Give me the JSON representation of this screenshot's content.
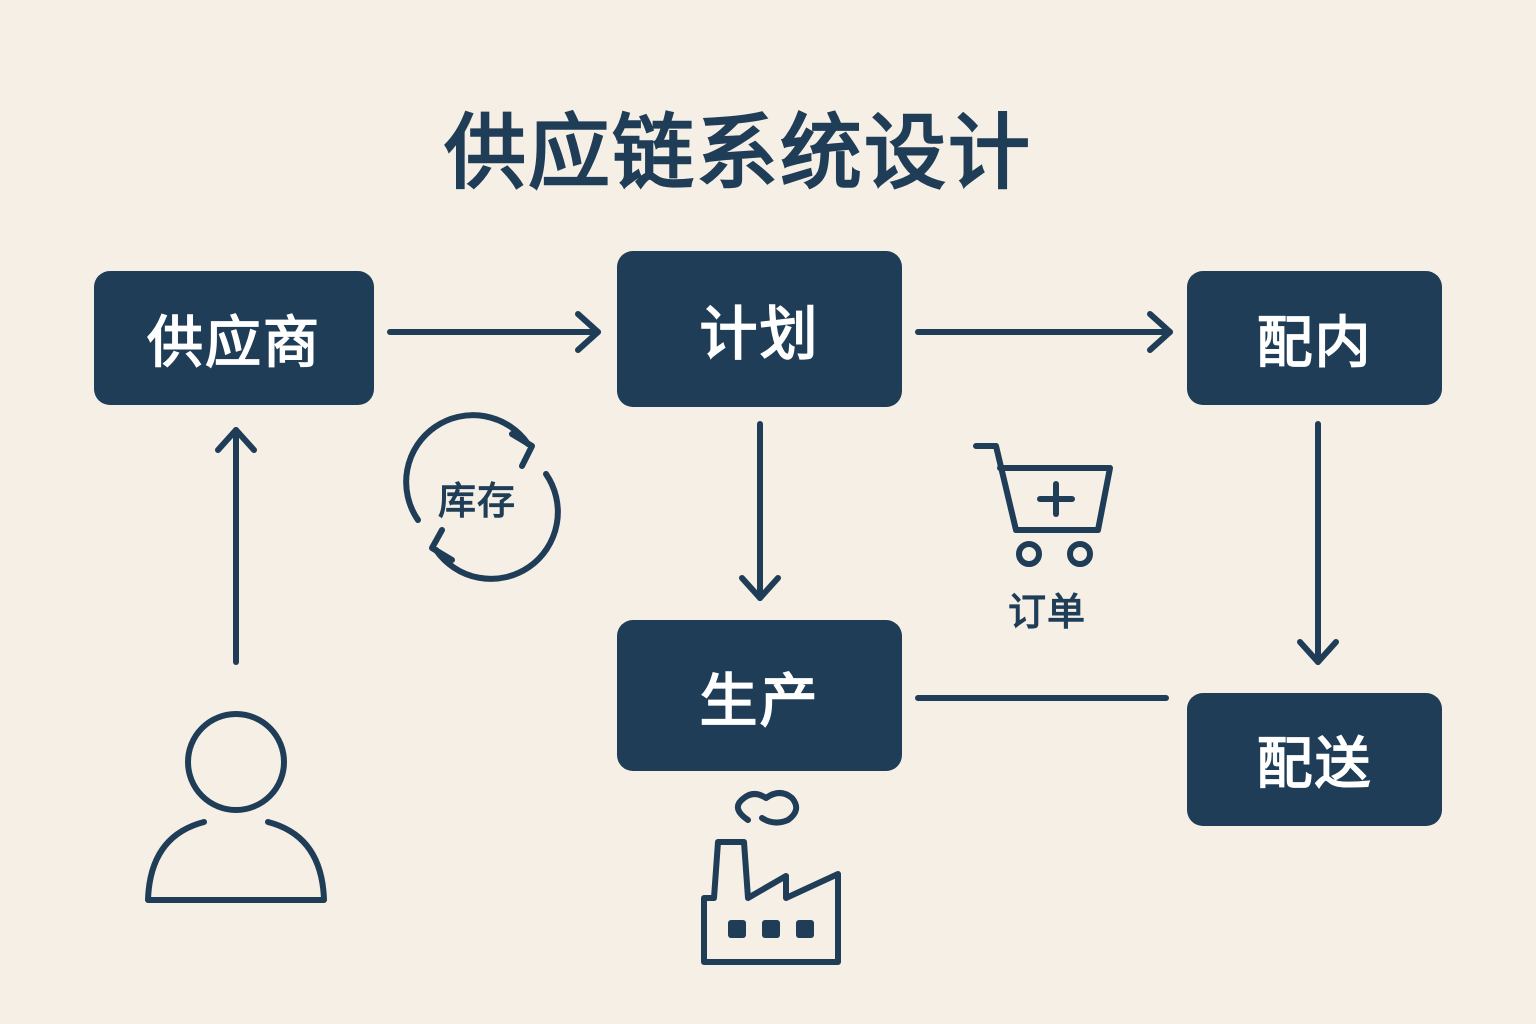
{
  "title": "供应链系统设计",
  "nodes": {
    "supplier": "供应商",
    "plan": "计划",
    "config": "配内",
    "produce": "生产",
    "deliver": "配送"
  },
  "icons": {
    "inventory": {
      "icon": "refresh-cycle-icon",
      "label": "库存"
    },
    "order": {
      "icon": "shopping-cart-plus-icon",
      "label": "订单"
    },
    "factory": {
      "icon": "factory-icon"
    },
    "user": {
      "icon": "user-icon"
    }
  },
  "colors": {
    "background": "#f6efe6",
    "primary": "#1f3d57",
    "node_text": "#ffffff"
  }
}
